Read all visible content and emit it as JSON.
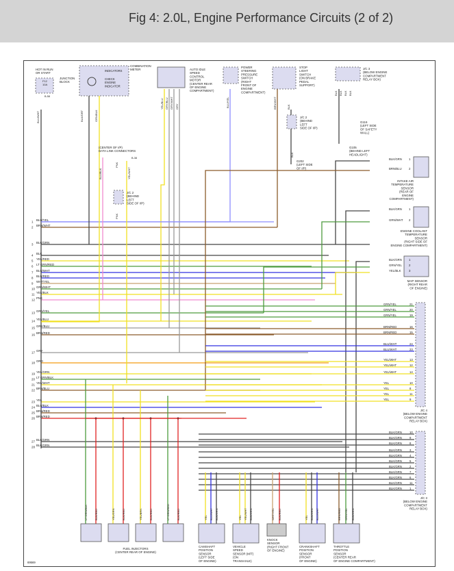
{
  "title": "Fig 4: 2.0L, Engine Performance Circuits (2 of 2)",
  "fig_id": "69569",
  "colors": {
    "lightblue": "#8c8cff",
    "brown": "#8a5a2a",
    "green": "#4c9a3c",
    "black": "#444444",
    "yellow": "#f0e020",
    "red": "#e02020",
    "gray": "#999999",
    "orange": "#f39c12",
    "pink": "#f28ad0",
    "tan": "#c8a070",
    "blue": "#3030e0",
    "purple": "#8a3ab0",
    "violet": "#9a5ad0"
  },
  "components": {
    "hot_run": "HOT IN RUN\nOR START",
    "junction_block": "JUNCTION\nBLOCK",
    "fuse": "F12\n10A",
    "fuse_pin": "B-58",
    "indicators": "INDICATORS",
    "check_engine": "CHECK\nENGINE\nINDICATOR",
    "combination_meter": "COMBINATION\nMETER",
    "auto_idle": "AUTO IDLE\nSPEED\nCONTROL\nMOTOR\n(CENTER REAR\nOF ENGINE\nCOMPARTMENT)",
    "power_steering": "POWER\nSTEERING\nPRESSURE\nSWITCH\n(RIGHT\nFRONT OF\nENGINE\nCOMPARTMENT)",
    "stop_light": "STOP\nLIGHT\nSWITCH\n(ON BRAKE\nPEDAL\nSUPPORT)",
    "jc3_top": "J/C 3\n(BELOW ENGINE\nCOMPARTMENT\nRELAY BOX)",
    "g116": "G116\n(LEFT SIDE\nOF SAFETY\nWALL)",
    "g105": "G105\n(BEHIND LEFT\nHEADLIGHT)",
    "jc2_right": "J/C 2\n(BEHIND\nLEFT\nSIDE OF I/P)",
    "g202": "G202\n(LEFT SIDE\nOF I/P)",
    "data_link": "(CENTER OF I/P)\nDATA LINK CONNECTORS",
    "dlc_pin": "B-38",
    "jc2_left": "J/C 2\n(BEHIND\nLEFT\nSIDE OF I/P)",
    "iat": "INTAKE AIR\nTEMPERATURE\nSENSOR\n(REAR OF\nENGINE\nCOMPARTMENT)",
    "ect": "ENGINE COOLANT\nTEMPERATURE\nSENSOR\n(RIGHT SIDE OF\nENGINE COMPARTMENT)",
    "map": "MAP SENSOR\n(RIGHT REAR\nOF ENGINE)",
    "jc4": "J/C 4\n(BELOW ENGINE\nCOMPARTMENT\nRELAY BOX)",
    "jc3_bottom": "J/C 3\n(BELOW ENGINE\nCOMPARTMENT\nRELAY BOX)",
    "fuel_injectors": "FUEL INJECTORS\n(CENTER REAR OF ENGINE)",
    "camshaft": "CAMSHAFT\nPOSITION\nSENSOR\n(LEFT SIDE\nOF ENGINE)",
    "vss": "VEHICLE\nSPEED\nSENSOR (M/T)\n(ON\nTRANSAXLE)",
    "knock": "KNOCK\nSENSOR\n(RIGHT FRONT\nOF ENGINE)",
    "crankshaft": "CRANKSHAFT\nPOSITION\nSENSOR\n(FRONT\nOF ENGINE)",
    "throttle": "THROTTLE\nPOSITION\nSENSOR\n(CENTER REAR\nOF ENGINE COMPARTMENT)"
  },
  "left_pins": [
    {
      "num": "1",
      "label": "BLU/YEL",
      "color": "lightblue"
    },
    {
      "num": "2",
      "label": "BRN/WHT",
      "color": "brown"
    },
    {
      "num": "3",
      "label": "BLK/GRN",
      "color": "black"
    },
    {
      "num": "4",
      "label": "BLK",
      "color": "black"
    },
    {
      "num": "5",
      "label": "YEL/RED",
      "color": "yellow"
    },
    {
      "num": "6",
      "label": "LT GRN/RED",
      "color": "green"
    },
    {
      "num": "7",
      "label": "BLU/WHT",
      "color": "blue"
    },
    {
      "num": "8",
      "label": "BLU/RED",
      "color": "blue"
    },
    {
      "num": "9",
      "label": "WHT/YEL",
      "color": "tan"
    },
    {
      "num": "10",
      "label": "GRN/WHT",
      "color": "green"
    },
    {
      "num": "11",
      "label": "YEL/BLK",
      "color": "yellow"
    },
    {
      "num": "12",
      "label": "PNK",
      "color": "pink"
    },
    {
      "num": "13",
      "label": "GRN/YEL",
      "color": "green"
    },
    {
      "num": "14",
      "label": "YEL/BLU",
      "color": "yellow"
    },
    {
      "num": "15",
      "label": "GRY/BLU",
      "color": "gray"
    },
    {
      "num": "16",
      "label": "BRN/RED",
      "color": "brown"
    },
    {
      "num": "17",
      "label": "GRY",
      "color": "gray"
    },
    {
      "num": "18",
      "label": "ORG",
      "color": "orange"
    },
    {
      "num": "19",
      "label": "YEL/GRN",
      "color": "yellow"
    },
    {
      "num": "20",
      "label": "LT GRN/BLK",
      "color": "green"
    },
    {
      "num": "21",
      "label": "YEL/WHT",
      "color": "yellow"
    },
    {
      "num": "22",
      "label": "BRN/BLU",
      "color": "brown"
    },
    {
      "num": "23",
      "label": "YEL",
      "color": "yellow"
    },
    {
      "num": "24",
      "label": "BLU/BLK",
      "color": "blue"
    },
    {
      "num": "25",
      "label": "BRN/RED",
      "color": "brown"
    },
    {
      "num": "26",
      "label": "BRN/RED",
      "color": "red"
    },
    {
      "num": "27",
      "label": "BLK/GRN",
      "color": "black"
    },
    {
      "num": "28",
      "label": "BLK/GRN",
      "color": "black"
    }
  ],
  "iat_pins": [
    {
      "num": "1",
      "label": "BLK/GRN",
      "color": "black"
    },
    {
      "num": "2",
      "label": "BRN/BLU",
      "color": "brown"
    }
  ],
  "ect_pins": [
    {
      "num": "1",
      "label": "BLK/GRN",
      "color": "black"
    },
    {
      "num": "2",
      "label": "GRN/WHT",
      "color": "green"
    }
  ],
  "map_pins": [
    {
      "num": "1",
      "label": "BLK/GRN",
      "color": "black"
    },
    {
      "num": "2",
      "label": "GRN/YEL",
      "color": "green"
    },
    {
      "num": "3",
      "label": "YEL/BLK",
      "color": "yellow"
    }
  ],
  "jc4_pins": [
    {
      "num": "21",
      "label": "GRN/YEL",
      "color": "green"
    },
    {
      "num": "20",
      "label": "GRN/YEL",
      "color": "green"
    },
    {
      "num": "19",
      "label": "GRN/YEL",
      "color": "green"
    },
    {
      "num": "16",
      "label": "BRN/RED",
      "color": "brown"
    },
    {
      "num": "15",
      "label": "BRN/RED",
      "color": "brown"
    },
    {
      "num": "24",
      "label": "BLU/WHT",
      "color": "blue"
    },
    {
      "num": "23",
      "label": "BLU/WHT",
      "color": "blue"
    },
    {
      "num": "13",
      "label": "YEL/WHT",
      "color": "yellow"
    },
    {
      "num": "12",
      "label": "YEL/WHT",
      "color": "yellow"
    },
    {
      "num": "14",
      "label": "YEL/WHT",
      "color": "yellow"
    },
    {
      "num": "10",
      "label": "YEL",
      "color": "yellow"
    },
    {
      "num": "8",
      "label": "YEL",
      "color": "yellow"
    },
    {
      "num": "11",
      "label": "YEL",
      "color": "yellow"
    },
    {
      "num": "9",
      "label": "YEL",
      "color": "yellow"
    }
  ],
  "jc3_pins": [
    {
      "num": "10",
      "label": "BLK/GRN",
      "color": "black"
    },
    {
      "num": "9",
      "label": "BLK/GRN",
      "color": "black"
    },
    {
      "num": "8",
      "label": "BLK/GRN",
      "color": "black"
    },
    {
      "num": "3",
      "label": "BLK/GRN",
      "color": "black"
    },
    {
      "num": "4",
      "label": "BLK/GRN",
      "color": "black"
    },
    {
      "num": "5",
      "label": "BLK/GRN",
      "color": "black"
    },
    {
      "num": "2",
      "label": "BLK/GRN",
      "color": "black"
    },
    {
      "num": "7",
      "label": "BLK/GRN",
      "color": "black"
    },
    {
      "num": "6",
      "label": "BLK/GRN",
      "color": "black"
    },
    {
      "num": "11",
      "label": "BLK/GRN",
      "color": "black"
    },
    {
      "num": "1",
      "label": "BLK/GRN",
      "color": "black"
    }
  ],
  "top_wire_labels": {
    "jb_wire": "BLU/WHT",
    "meter_a": "BLK/ORT",
    "meter_b": "GRN/BLK",
    "meter_pins": "1  5",
    "idle_a": "YEL/BLU",
    "idle_b": "GRY/BLU",
    "idle_c": "GRY/WHT",
    "idle_d": "GRY",
    "ps_wire": "BLU/YEL",
    "stop_a": "BRN/WHT",
    "stop_b": "BLK",
    "jc3_a": "BLK",
    "jc3_b": "BLK",
    "jc3_c": "BLK",
    "jc3_d": "BLK",
    "dlc_a": "BLU/BLK",
    "dlc_b": "PNK",
    "dlc_c": "YEL/WHT",
    "jc2_wire": "PNK",
    "jc2r_wire": "BLK"
  },
  "bottom_wire_labels": {
    "inj1": [
      "LT GRN/BLK",
      "BLK/RED"
    ],
    "inj2": [
      "YEL/GRN",
      "BLK/RED"
    ],
    "inj3": [
      "YEL/BRN",
      "BLK/RED"
    ],
    "inj4": [
      "LT GRN/RED",
      "BLK/RED"
    ],
    "cam": [
      "YEL",
      "BLU/WHT",
      "BLK/GRN"
    ],
    "vss": [
      "YEL",
      "YEL/WHT",
      "BLK/GRN"
    ],
    "knock": [
      "WHT/YEL",
      "BLK/RED"
    ],
    "crank": [
      "YEL",
      "BLK/GRN",
      "BLU/WHT"
    ],
    "tps": [
      "BRN/RED",
      "GRN/YEL",
      "BLK/GRN"
    ]
  }
}
